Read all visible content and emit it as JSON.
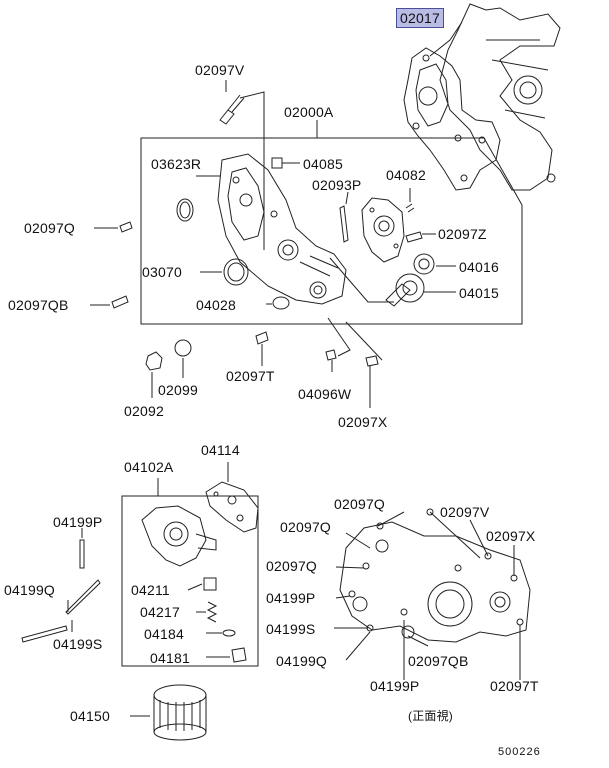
{
  "diagram": {
    "highlight_label": "02017",
    "labels": {
      "p02097V_top": "02097V",
      "p02000A": "02000A",
      "p03623R": "03623R",
      "p04085": "04085",
      "p02093P": "02093P",
      "p04082": "04082",
      "p02097Q_left": "02097Q",
      "p02097Z": "02097Z",
      "p04016": "04016",
      "p03070": "03070",
      "p04015": "04015",
      "p02097QB_left": "02097QB",
      "p04028": "04028",
      "p02097T_mid": "02097T",
      "p04096W": "04096W",
      "p02099": "02099",
      "p02092": "02092",
      "p02097X_mid": "02097X",
      "p04114": "04114",
      "p04102A": "04102A",
      "p04199P_left": "04199P",
      "p04199Q_left": "04199Q",
      "p04199S_left": "04199S",
      "p04211": "04211",
      "p04217": "04217",
      "p04184": "04184",
      "p04181": "04181",
      "p04150": "04150",
      "p02097Q_r1": "02097Q",
      "p02097V_r": "02097V",
      "p02097Q_r2": "02097Q",
      "p02097X_r": "02097X",
      "p02097Q_r3": "02097Q",
      "p04199P_r": "04199P",
      "p04199S_r": "04199S",
      "p04199Q_r": "04199Q",
      "p02097QB_r": "02097QB",
      "p02097T_r": "02097T",
      "p04199P_r2": "04199P",
      "view_note": "(正面視)",
      "figure_number": "500226"
    },
    "colors": {
      "highlight_fill": "#b9bde6",
      "line": "#222222"
    }
  }
}
